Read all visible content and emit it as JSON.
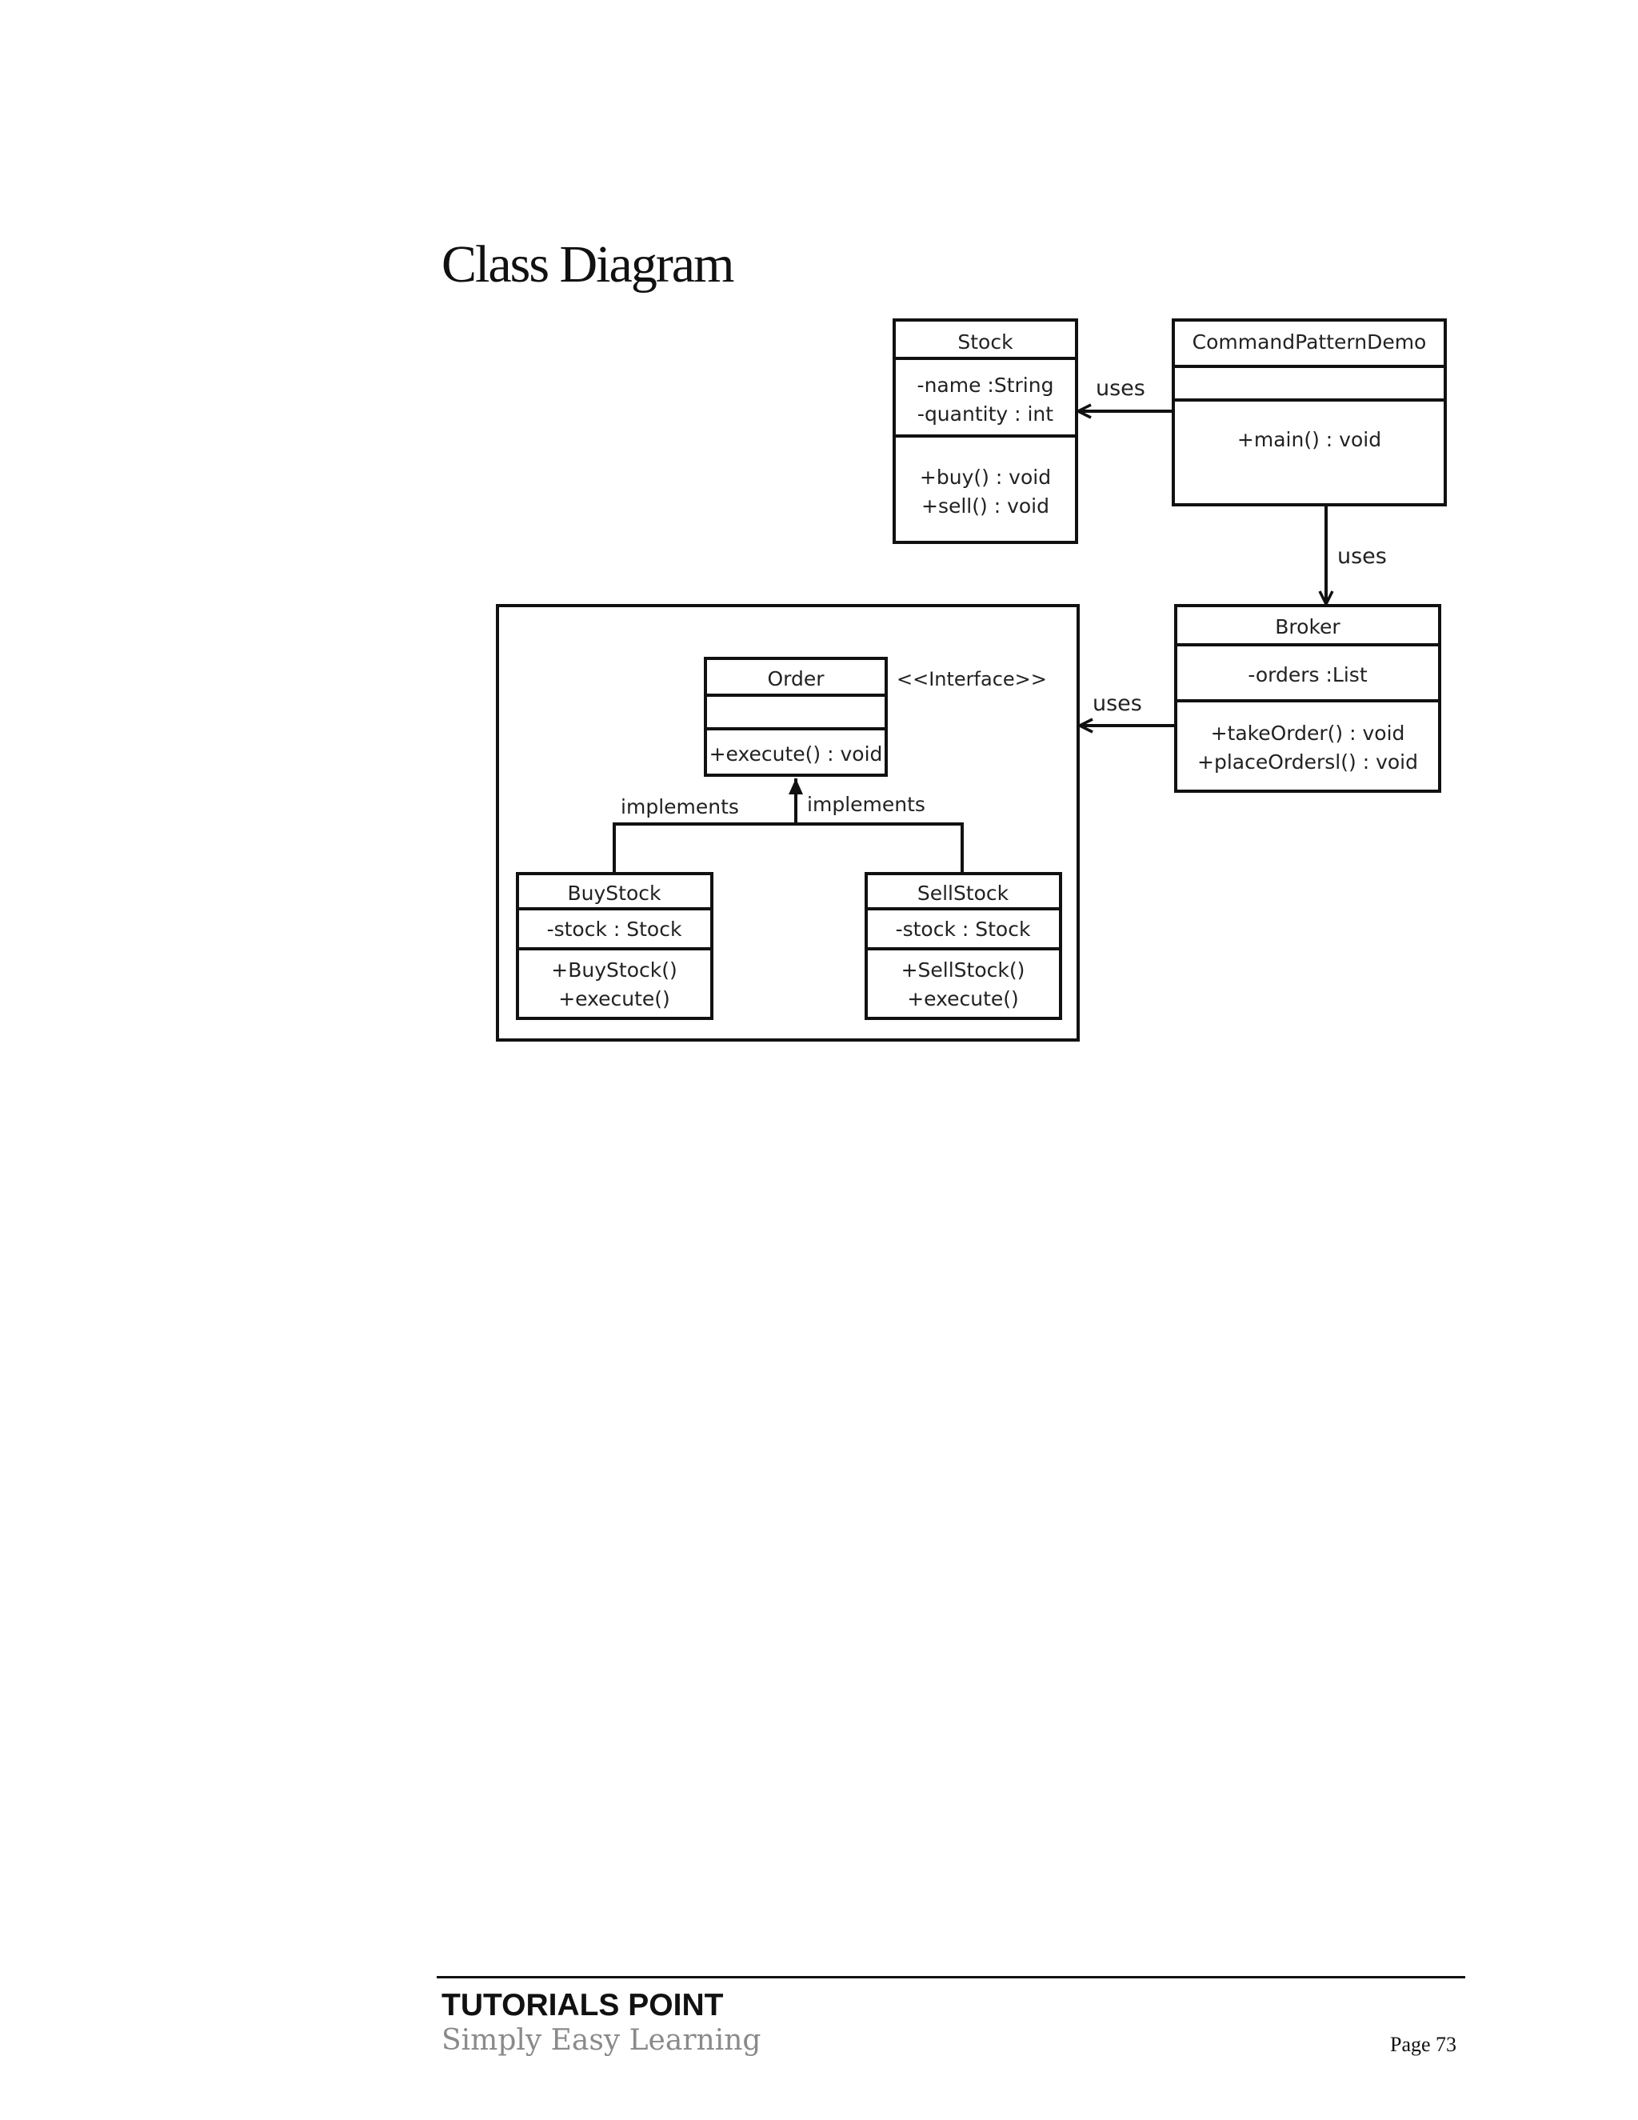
{
  "heading": "Class Diagram",
  "diagram": {
    "stock": {
      "name": "Stock",
      "attributes": [
        "-name :String",
        "-quantity : int"
      ],
      "methods": [
        "+buy() : void",
        "+sell() : void"
      ]
    },
    "demo": {
      "name": "CommandPatternDemo",
      "attributes": [],
      "methods": [
        "+main() : void"
      ]
    },
    "broker": {
      "name": "Broker",
      "attributes": [
        "-orders :List"
      ],
      "methods": [
        "+takeOrder() : void",
        "+placeOrdersl() : void"
      ]
    },
    "order": {
      "name": "Order",
      "stereotype": "<<Interface>>",
      "attributes": [],
      "methods": [
        "+execute() : void"
      ]
    },
    "buystock": {
      "name": "BuyStock",
      "attributes": [
        "-stock : Stock"
      ],
      "methods": [
        "+BuyStock()",
        "+execute()"
      ]
    },
    "sellstock": {
      "name": "SellStock",
      "attributes": [
        "-stock : Stock"
      ],
      "methods": [
        "+SellStock()",
        "+execute()"
      ]
    },
    "relations": {
      "demo_stock": "uses",
      "demo_broker": "uses",
      "broker_order": "uses",
      "buystock_order": "implements",
      "sellstock_order": "implements"
    }
  },
  "footer": {
    "brand": "TUTORIALS POINT",
    "tagline": "Simply Easy Learning",
    "page": "Page 73"
  }
}
